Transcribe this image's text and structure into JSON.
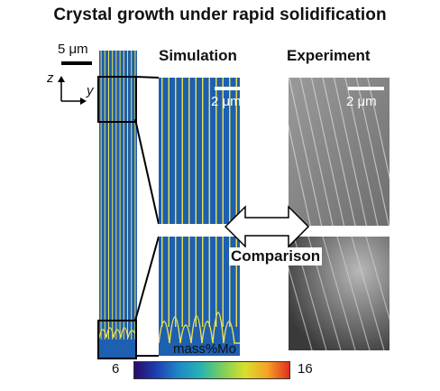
{
  "title": "Crystal growth under rapid solidification",
  "headers": {
    "simulation": "Simulation",
    "experiment": "Experiment"
  },
  "scale_bars": {
    "main": "5 μm",
    "simulation": "2 μm",
    "experiment": "2 μm"
  },
  "axes": {
    "z": "z",
    "y": "y"
  },
  "comparison_label": "Comparison",
  "colorbar": {
    "label": "mass%Mo",
    "min": "6",
    "max": "16",
    "colors": [
      "#2a0a6b",
      "#1d3fb0",
      "#1e88c9",
      "#27b3b1",
      "#7ecf5a",
      "#d9df2c",
      "#f6a224",
      "#e0301e"
    ]
  },
  "palette": {
    "field": "#1d5fb0",
    "cell": "#f2e24a",
    "exp_bg": "#8c8c8c"
  }
}
